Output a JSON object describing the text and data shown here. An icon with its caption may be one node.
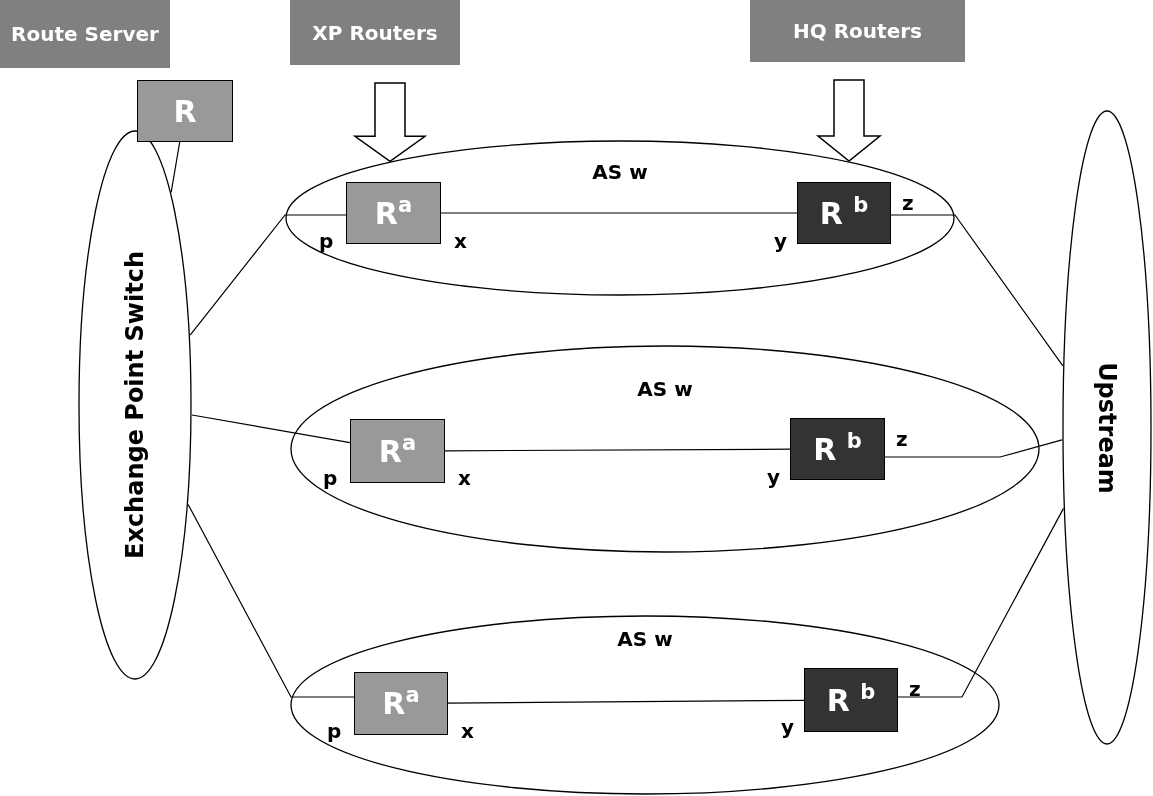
{
  "diagram": {
    "nodes": [
      {
        "text": [
          "Route Server"
        ]
      },
      {
        "text": [
          "XP Routers"
        ]
      },
      {
        "text": [
          "HQ Routers"
        ]
      },
      {
        "text": [
          "R"
        ]
      },
      {
        "text": [
          "Exchange Point Switch"
        ]
      },
      {
        "text": [
          "AS w"
        ]
      },
      {
        "text": [
          "R$^{a}$"
        ],
        "in": 5,
        "beside": [
          "p",
          "x"
        ]
      },
      {
        "text": [
          "R $^{b}$"
        ],
        "in": 5,
        "beside": [
          "y",
          "z"
        ]
      },
      {
        "text": [
          "AS w"
        ]
      },
      {
        "text": [
          "R$^{a}$"
        ],
        "in": 8,
        "beside": [
          "p",
          "x"
        ]
      },
      {
        "text": [
          "R $^{b}$"
        ],
        "in": 8,
        "beside": [
          "y",
          "z"
        ]
      },
      {
        "text": [
          "AS w"
        ]
      },
      {
        "text": [
          "R$^{a}$"
        ],
        "in": 11,
        "beside": [
          "p",
          "x"
        ]
      },
      {
        "text": [
          "R $^{b}$"
        ],
        "in": 11,
        "beside": [
          "y",
          "z"
        ]
      },
      {
        "text": [
          "Upstream"
        ]
      }
    ],
    "edges": [
      {
        "from": 1,
        "to": 5,
        "arrow": "to",
        "style": "thick"
      },
      {
        "from": 2,
        "to": 5,
        "arrow": "to",
        "style": "thick"
      },
      {
        "from": 3,
        "to": 4,
        "arrow": "none"
      },
      {
        "from": 4,
        "to": 6,
        "arrow": "none"
      },
      {
        "from": 6,
        "to": 7,
        "arrow": "none"
      },
      {
        "from": 7,
        "to": 14,
        "arrow": "none"
      },
      {
        "from": 4,
        "to": 9,
        "arrow": "none"
      },
      {
        "from": 9,
        "to": 10,
        "arrow": "none"
      },
      {
        "from": 10,
        "to": 14,
        "arrow": "none"
      },
      {
        "from": 4,
        "to": 12,
        "arrow": "none"
      },
      {
        "from": 12,
        "to": 13,
        "arrow": "none"
      },
      {
        "from": 13,
        "to": 14,
        "arrow": "none"
      }
    ]
  }
}
